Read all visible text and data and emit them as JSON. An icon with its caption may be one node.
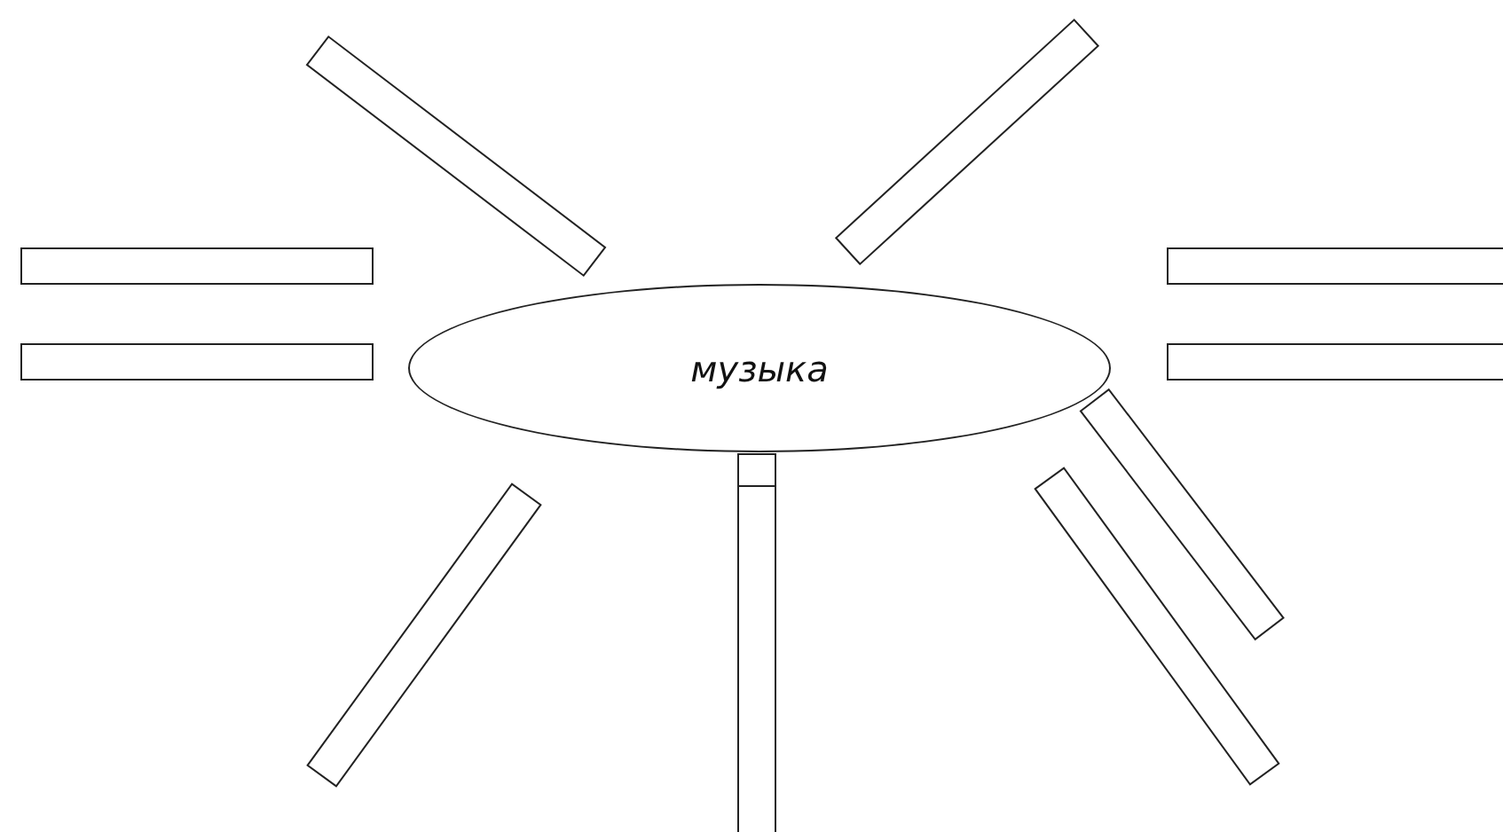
{
  "diagram": {
    "nodes": [
      {
        "text": [
          "музыка"
        ]
      },
      {
        "text": [],
        "shape": "bar"
      },
      {
        "text": [],
        "shape": "bar"
      },
      {
        "text": [],
        "shape": "bar"
      },
      {
        "text": [],
        "shape": "bar"
      },
      {
        "text": [],
        "shape": "bar"
      },
      {
        "text": [],
        "shape": "bar"
      },
      {
        "text": [],
        "shape": "bar"
      },
      {
        "text": [],
        "shape": "bar"
      },
      {
        "text": [],
        "shape": "bar"
      },
      {
        "text": [],
        "shape": "bar"
      }
    ]
  }
}
